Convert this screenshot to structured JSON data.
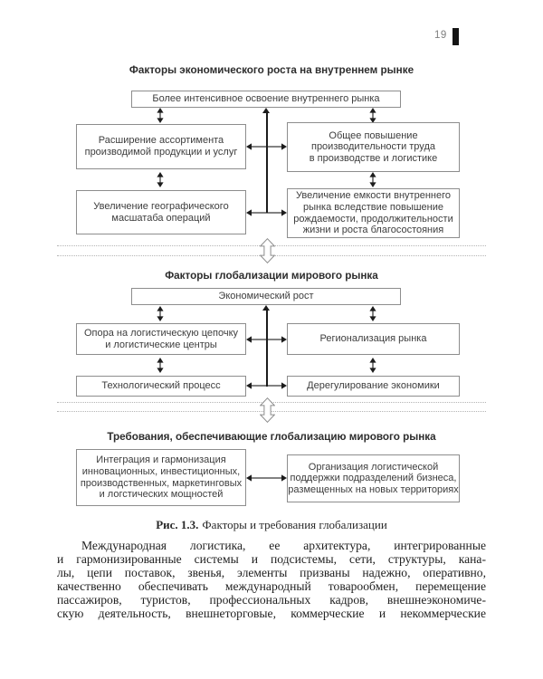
{
  "page": {
    "number": "19"
  },
  "diagram": {
    "sections": [
      {
        "title": "Факторы экономического роста на внутреннем рынке",
        "top": "Более интенсивное освоение внутреннего рынка",
        "left": [
          "Расширение ассортимента\nпроизводимой продукции и услуг",
          "Увеличение географического\nмасшатаба операций"
        ],
        "right": [
          "Общее повышение\nпроизводительности труда\nв производстве и логистике",
          "Увеличение емкости внутреннего\nрынка вследствие повышение\nрождаемости, продолжительности\nжизни и роста благосостояния"
        ]
      },
      {
        "title": "Факторы глобализации мирового рынка",
        "top": "Экономический рост",
        "left": [
          "Опора на логистическую цепочку\nи логистические центры",
          "Технологический процесс"
        ],
        "right": [
          "Регионализация рынка",
          "Дерегулирование экономики"
        ]
      },
      {
        "title": "Требования, обеспечивающие глобализацию мирового рынка",
        "left": [
          "Интеграция и гармонизация\nинновационных, инвестиционных,\nпроизводственных, маркетинговых\nи логстических мощностей"
        ],
        "right": [
          "Организация логистической\nподдержки подразделений бизнеса,\nразмещенных на новых территориях"
        ]
      }
    ]
  },
  "figure_caption": {
    "label": "Рис. 1.3.",
    "text": "Факторы и требования глобализации"
  },
  "body_text": {
    "lines": [
      "Международная логистика, ее архитектура, интегрированные",
      "и гармонизированные системы и подсистемы, сети, структуры, кана-",
      "лы, цепи поставок, звенья, элементы призваны надежно, оперативно,",
      "качественно обеспечивать международный товарообмен, перемещение",
      "пассажиров, туристов, профессиональных кадров, внешнеэкономиче-",
      "скую деятельность, внешнеторговые, коммерческие и некоммерческие"
    ]
  },
  "colors": {
    "box_border": "#8d8d8d",
    "diagram_text": "#3d3d3d",
    "body_text": "#212121",
    "page_bar": "#141414",
    "dotted_line": "#b4b4b4"
  }
}
